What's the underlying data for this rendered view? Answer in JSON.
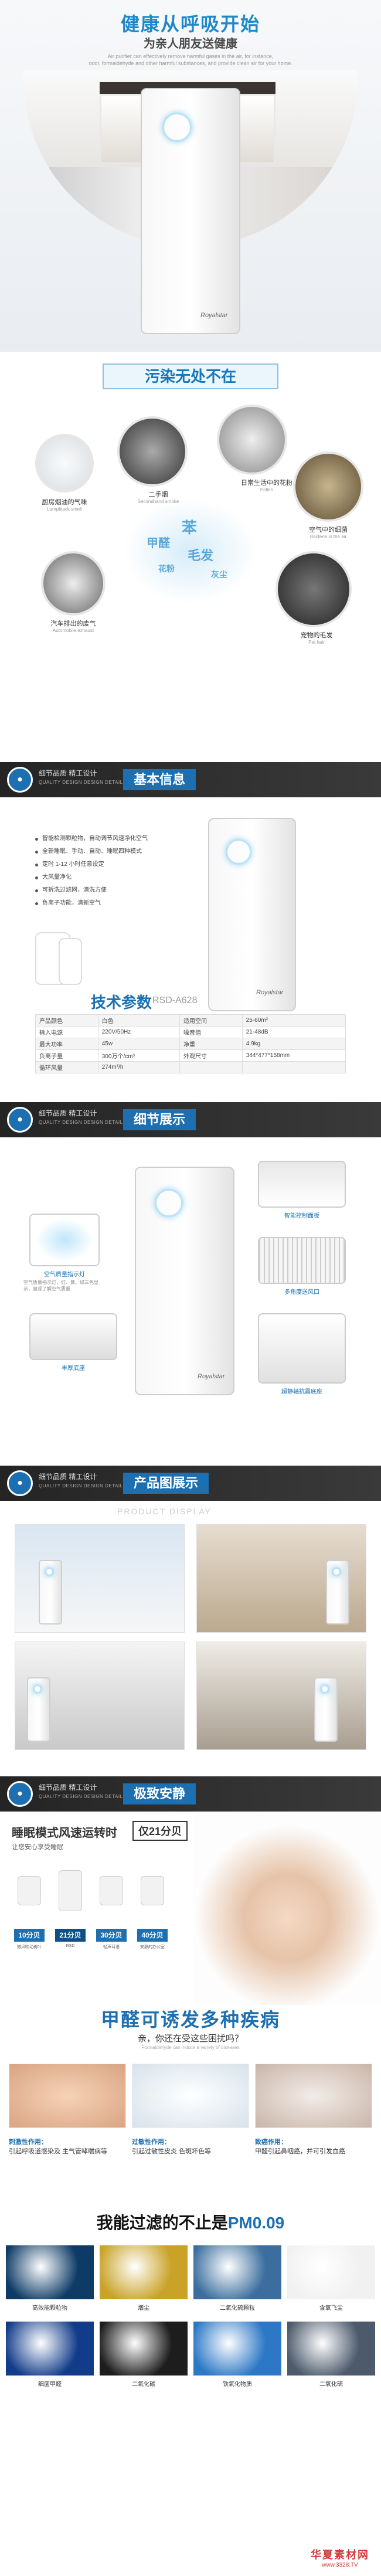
{
  "hero": {
    "title": "健康从呼吸开始",
    "subtitle": "为亲人朋友送健康",
    "en_line1": "Air purifier can effectively remove harmful gases in the air, for instance,",
    "en_line2": "odor, formaldehyde and other harmful substances, and provide clean air for your home.",
    "brand": "Royalstar"
  },
  "pollution": {
    "title": "污染无处不在",
    "center_words": [
      "甲醛",
      "苯",
      "毛发",
      "花粉",
      "灰尘"
    ],
    "items": [
      {
        "label": "厨房烟油的气味",
        "en": "Lampblack smell"
      },
      {
        "label": "二手烟",
        "en": "Secondhand smoke"
      },
      {
        "label": "日常生活中的花粉",
        "en": "Pollen"
      },
      {
        "label": "空气中的细菌",
        "en": "Bacteria in the air"
      },
      {
        "label": "汽车排出的废气",
        "en": "Automobile exhaust"
      },
      {
        "label": "宠物的毛发",
        "en": "Pet hair"
      }
    ]
  },
  "sections": {
    "tag_cn": "细节品质  精工设计",
    "tag_en": "QUALITY DESIGN DESIGN DETAILS",
    "basic": "基本信息",
    "detail": "细节展示",
    "gallery": "产品图展示",
    "quiet": "极致安静"
  },
  "info": {
    "bullets": [
      "智能检测颗粒物，自动调节风速净化空气",
      "全新睡眠、手动、自动、睡眠四种模式",
      "定时 1-12 小时任意设定",
      "大风量净化",
      "可拆洗过滤网，清洗方便",
      "负离子功能，清新空气"
    ],
    "spec_title": "技术参数",
    "spec_model": "RSD-A628",
    "specs": [
      [
        "产品颜色",
        "白色",
        "适用空间",
        "25-60m²"
      ],
      [
        "输入电源",
        "220V/50Hz",
        "噪音值",
        "21-48dB"
      ],
      [
        "最大功率",
        "45w",
        "净重",
        "4.9kg"
      ],
      [
        "负离子量",
        "300万个/cm³",
        "外观尺寸",
        "344*477*158mm"
      ],
      [
        "循环风量",
        "274m³/h",
        "",
        ""
      ]
    ]
  },
  "detail": {
    "callouts": [
      {
        "label": "智能控制面板",
        "desc": ""
      },
      {
        "label": "空气质量指示灯",
        "desc": "空气质量指示灯，红、黄、绿三色显示，直观了解空气质量"
      },
      {
        "label": "多角度送风口",
        "desc": ""
      },
      {
        "label": "丰厚底座",
        "desc": ""
      },
      {
        "label": "超静轴抗震底座",
        "desc": ""
      }
    ]
  },
  "gallery": {
    "sub": "PRODUCT DISPLAY"
  },
  "quiet": {
    "title": "睡眠模式风速运转时",
    "badge": "仅21分贝",
    "subtitle": "让您安心享受睡眠",
    "db_levels": [
      {
        "value": "10分贝",
        "desc": "微风吹动树叶"
      },
      {
        "value": "21分贝",
        "desc": "RSD"
      },
      {
        "value": "30分贝",
        "desc": "轻声耳语"
      },
      {
        "value": "40分贝",
        "desc": "安静的办公室"
      }
    ],
    "headline": "甲醛可诱发多种疾病",
    "headline_sub": "亲，你还在受这些困扰吗？",
    "headline_en": "Formaldehyde can induce a variety of diseases"
  },
  "effects": [
    {
      "title": "刺激性作用：",
      "text": "引起呼吸道感染及 主气管哮喘病等"
    },
    {
      "title": "过敏性作用：",
      "text": "引起过敏性皮炎 色斑坏色等"
    },
    {
      "title": "致癌作用：",
      "text": "甲醛引起鼻咽癌，并可引发血癌"
    }
  ],
  "filter": {
    "title_prefix": "我能过滤的不止是",
    "title_highlight": "PM0.09",
    "tiles": [
      {
        "label": "高效能颗粒物",
        "color": "#0d3b66"
      },
      {
        "label": "烟尘",
        "color": "#c9a227"
      },
      {
        "label": "二氧化硫颗粒",
        "color": "#3b6e9e"
      },
      {
        "label": "含氧飞尘",
        "color": "#f1f1f1"
      },
      {
        "label": "细菌甲醛",
        "color": "#123c8a"
      },
      {
        "label": "二氧化碳",
        "color": "#1d1d1d"
      },
      {
        "label": "铁氧化物质",
        "color": "#2c78c6"
      },
      {
        "label": "二氧化硫",
        "color": "#4c5a6c"
      }
    ]
  },
  "footer": {
    "logo_cn": "华夏素材网",
    "logo_url": "www.3328.TV"
  }
}
